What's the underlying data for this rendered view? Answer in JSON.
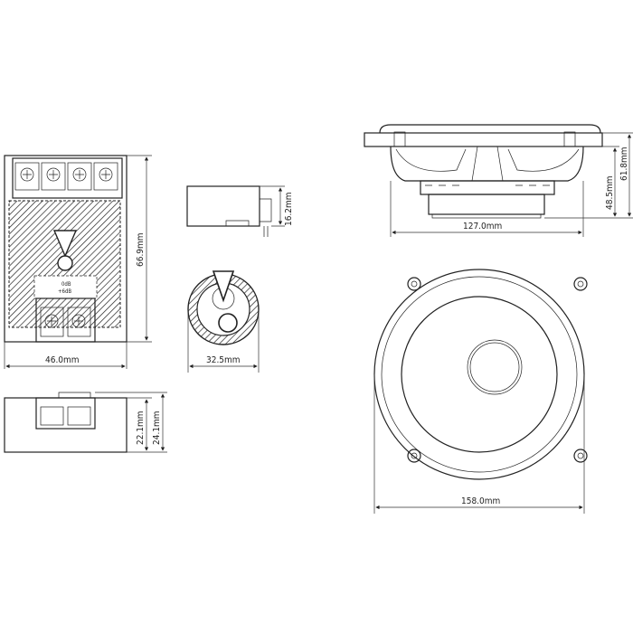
{
  "crossover": {
    "width_label": "46.0mm",
    "height_label": "66.9mm",
    "depth_label_inner": "22.1mm",
    "depth_label_outer": "24.1mm",
    "level_labels": [
      "0dB",
      "+6dB"
    ]
  },
  "tweeter": {
    "depth_label": "16.2mm",
    "diameter_label": "32.5mm"
  },
  "woofer": {
    "cutout_label": "127.0mm",
    "mount_depth_label": "48.5mm",
    "total_depth_label": "61.8mm",
    "outer_diameter_label": "158.0mm"
  },
  "colors": {
    "line": "#222222",
    "background": "#ffffff"
  }
}
